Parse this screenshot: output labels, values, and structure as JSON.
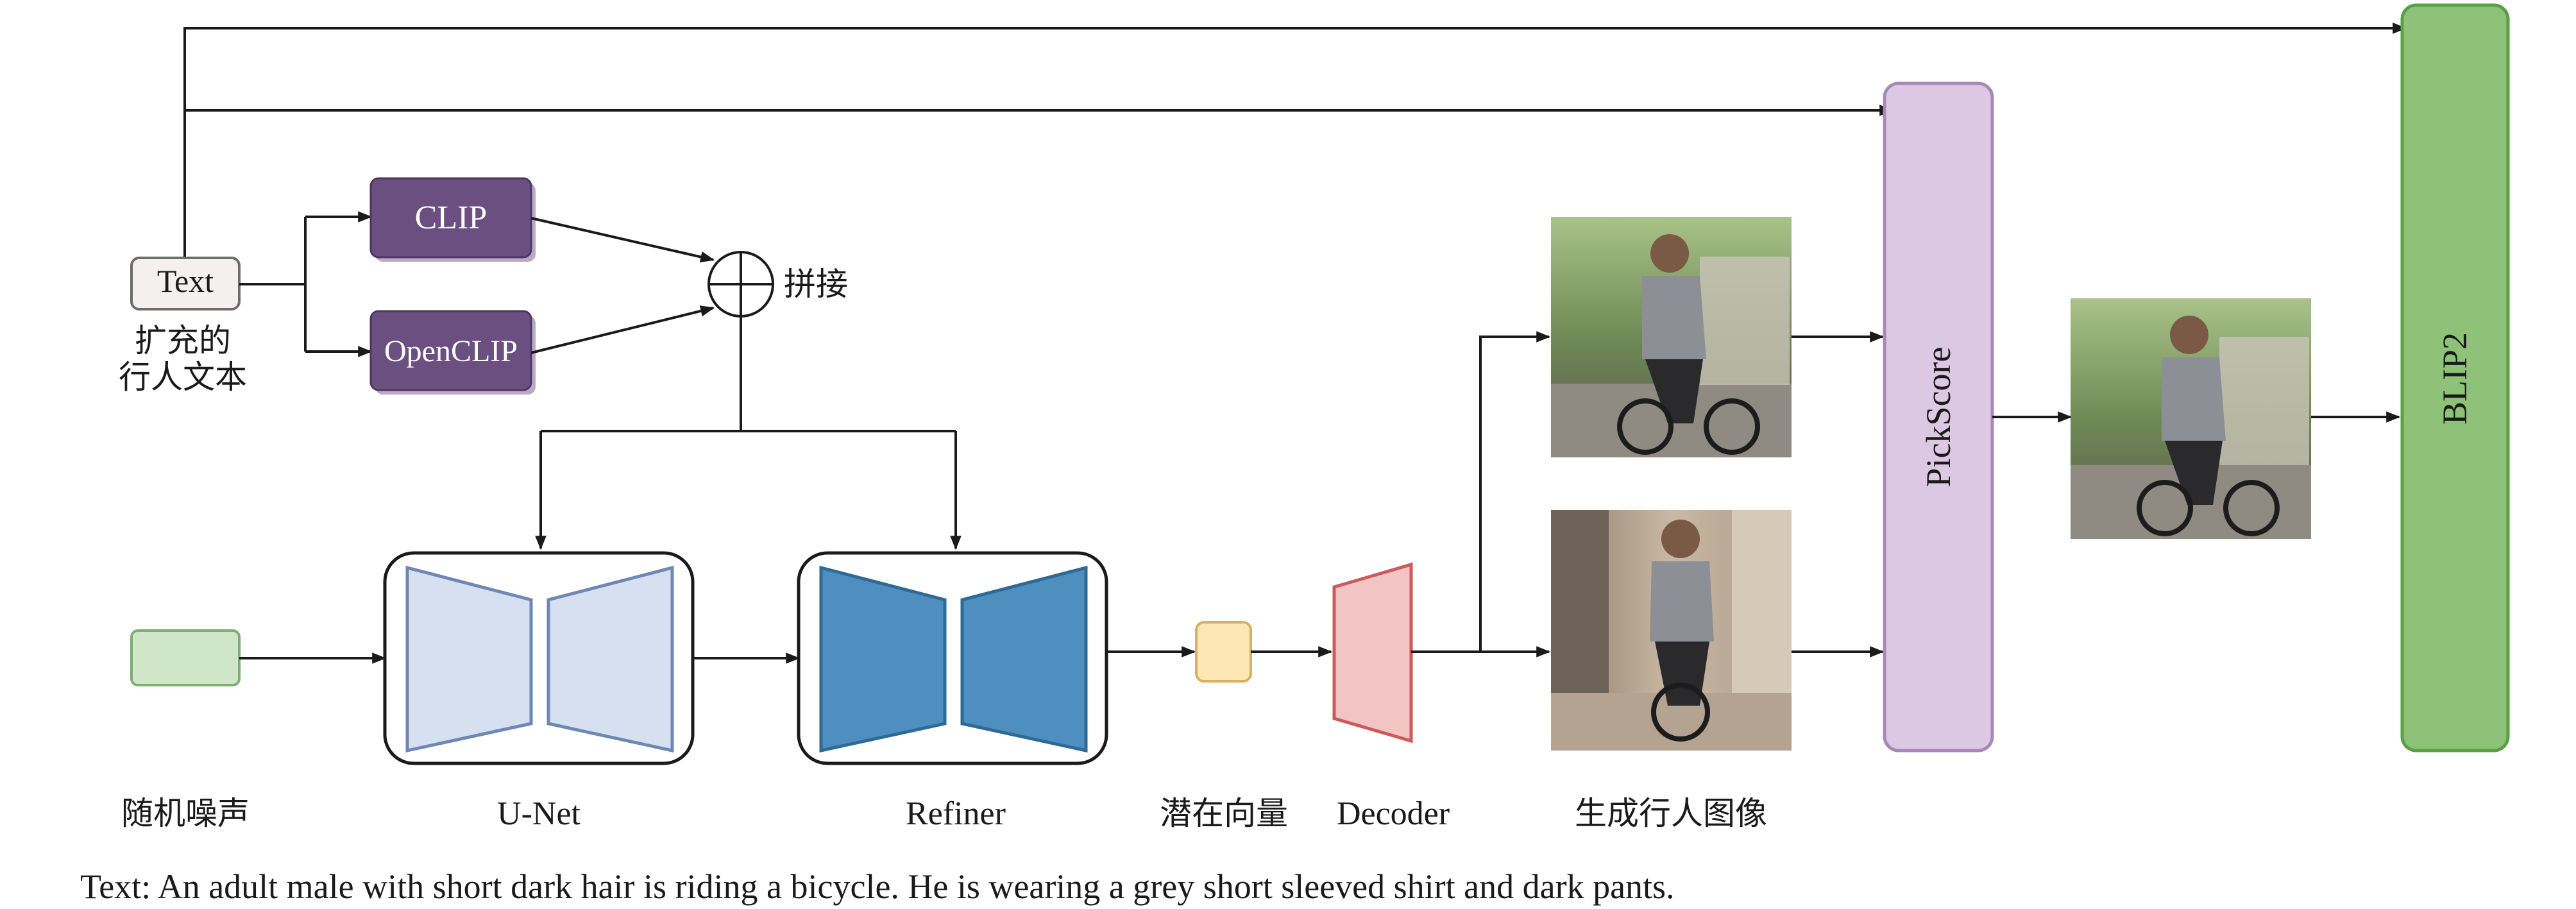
{
  "labels": {
    "text_node": "Text",
    "text_desc_line1": "扩充的",
    "text_desc_line2": "行人文本",
    "clip": "CLIP",
    "openclip": "OpenCLIP",
    "concat": "拼接",
    "noise": "随机噪声",
    "unet": "U-Net",
    "refiner": "Refiner",
    "latent": "潜在向量",
    "decoder": "Decoder",
    "generated": "生成行人图像",
    "pickscore": "PickScore",
    "blip2": "BLIP2"
  },
  "caption": "Text: An adult male with short dark hair is riding a bicycle. He is wearing a grey short sleeved shirt and dark pants.",
  "colors": {
    "text_box": "#f4f0f0",
    "clip_box": "#6b4f80",
    "noise_box": "#cfe6c8",
    "unet_fill": "#d6e0f0",
    "refiner_fill": "#4f8fbf",
    "latent_box": "#fbe6b4",
    "decoder_fill": "#f2c4c4",
    "pickscore_fill": "#dcc8e2",
    "blip2_fill": "#8dc278"
  },
  "images": [
    {
      "name": "generated-image-1",
      "icon": "cyclist-photo"
    },
    {
      "name": "generated-image-2",
      "icon": "cyclist-photo"
    },
    {
      "name": "selected-image",
      "icon": "cyclist-photo"
    }
  ]
}
